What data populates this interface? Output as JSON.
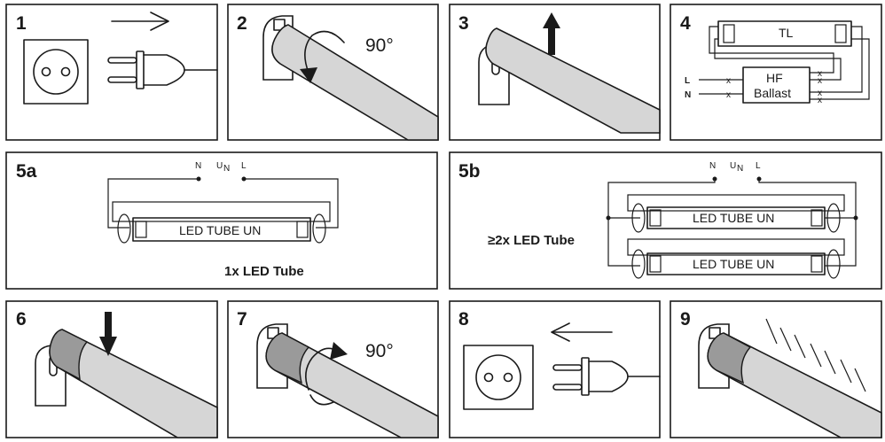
{
  "steps": {
    "s1": "1",
    "s2": "2",
    "s3": "3",
    "s4": "4",
    "s5a": "5a",
    "s5b": "5b",
    "s6": "6",
    "s7": "7",
    "s8": "8",
    "s9": "9"
  },
  "rotation": {
    "angle2": "90°",
    "angle7": "90°"
  },
  "wiring4": {
    "tube": "TL",
    "ballast_line1": "HF",
    "ballast_line2": "Ballast",
    "live": "L",
    "neutral": "N"
  },
  "wiring5a": {
    "n": "N",
    "u": "U",
    "u_sub": "N",
    "l": "L",
    "tube_label": "LED TUBE UN",
    "caption": "1x LED Tube"
  },
  "wiring5b": {
    "n": "N",
    "u": "U",
    "u_sub": "N",
    "l": "L",
    "tube1_label": "LED TUBE UN",
    "tube2_label": "LED TUBE UN",
    "caption": "≥2x LED Tube"
  },
  "icons": {
    "plug_out": "unplug-arrow-right-icon",
    "plug_in": "plug-arrow-left-icon",
    "rotate": "rotate-arrow-icon",
    "lift": "arrow-up-icon",
    "insert": "arrow-down-icon",
    "light": "light-rays-icon"
  }
}
